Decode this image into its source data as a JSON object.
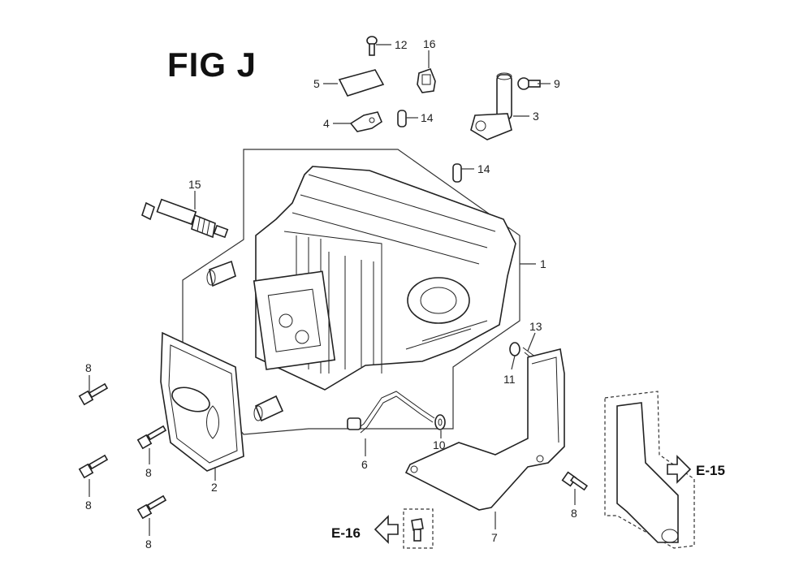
{
  "figure": {
    "title": "FIG J"
  },
  "callouts": {
    "c1": "1",
    "c2": "2",
    "c3": "3",
    "c4": "4",
    "c5": "5",
    "c6": "6",
    "c7": "7",
    "c8a": "8",
    "c8b": "8",
    "c8c": "8",
    "c8d": "8",
    "c8e": "8",
    "c9": "9",
    "c10": "10",
    "c11": "11",
    "c12": "12",
    "c13": "13",
    "c14a": "14",
    "c14b": "14",
    "c15": "15",
    "c16": "16"
  },
  "references": {
    "e15": "E-15",
    "e16": "E-16"
  },
  "colors": {
    "ink": "#222222",
    "background": "#ffffff"
  }
}
